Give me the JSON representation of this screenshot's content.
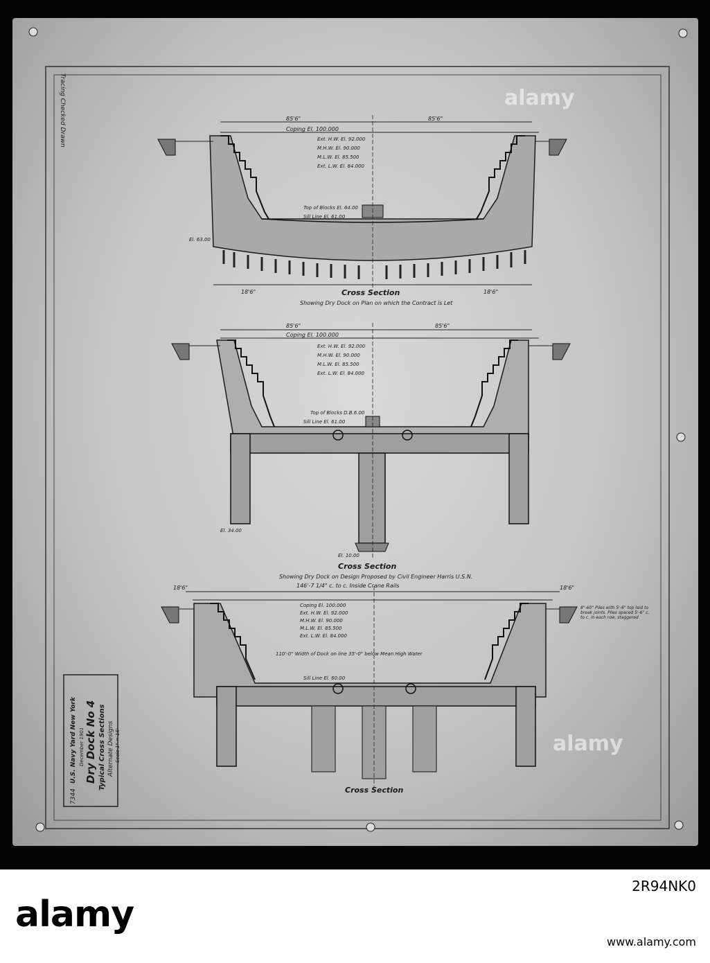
{
  "watermark": "alamy",
  "footer": {
    "logo": "alamy",
    "image_code": "2R94NK0",
    "url": "www.alamy.com"
  },
  "drawing": {
    "top_view": {
      "title": "Cross Section",
      "subtitle": "Showing Dry Dock on Plan on which the Contract is Let",
      "labels": {
        "coping": "Coping El. 100.000",
        "ext_hw": "Ext. H.W. El. 92.000",
        "mhw": "M.H.W. El. 90.000",
        "mlw": "M.L.W. El. 85.500",
        "ext_lw": "Ext. L.W. El. 84.000",
        "sill": "Sill Line El. 61.00",
        "blocks": "Top of Blocks El. 64.00",
        "el_ne": "El. 63.00",
        "dim_left": "85'6\"",
        "dim_right": "85'6\"",
        "bottom_left": "18'6\"",
        "bottom_right": "18'6\""
      }
    },
    "middle_view": {
      "title": "Cross Section",
      "subtitle": "Showing Dry Dock on Design Proposed by Civil Engineer Harris U.S.N.",
      "labels": {
        "coping": "Coping El. 100.000",
        "ext_hw": "Ext. H.W. El. 92.000",
        "mhw": "M.H.W. El. 90.000",
        "mlw": "M.L.W. El. 85.500",
        "ext_lw": "Ext. L.W. El. 84.000",
        "sill": "Sill Line El. 61.00",
        "blocks": "Top of Blocks D.B.6.00",
        "el_bottom": "El. 10.00",
        "el_left": "El. 34.00",
        "dim_left": "85'6\"",
        "dim_right": "85'6\""
      }
    },
    "bottom_view": {
      "title": "Cross Section",
      "crane_rails": "146'-7 1/4\" c. to c. Inside Crane Rails",
      "width_note": "110'-0\" Width of Dock on line 35'-0\" below Mean High Water",
      "pile_note": "8\"-60\" Piles with 5'-6\" top laid to break joints. Piles spaced 5'-6\" c. to c. in each row, staggered",
      "labels": {
        "coping": "Coping El. 100.000",
        "ext_hw": "Ext. H.W. El. 92.000",
        "mhw": "M.H.W. El. 90.000",
        "mlw": "M.L.W. El. 85.500",
        "ext_lw": "Ext. L.W. El. 84.000",
        "sill": "Sill Line El. 60.00",
        "dim_top": "18'6\"",
        "dim_top_right": "18'6\""
      }
    },
    "title_block": {
      "number": "7344",
      "yard": "U.S. Navy Yard New York",
      "date": "December 1901",
      "dock": "Dry Dock No 4",
      "sheet_title": "Typical Cross Sections",
      "design": "Alternate Designs",
      "scale": "Scale 1\" = 16'"
    },
    "margin_note": "Tracing Checked Drawn"
  }
}
